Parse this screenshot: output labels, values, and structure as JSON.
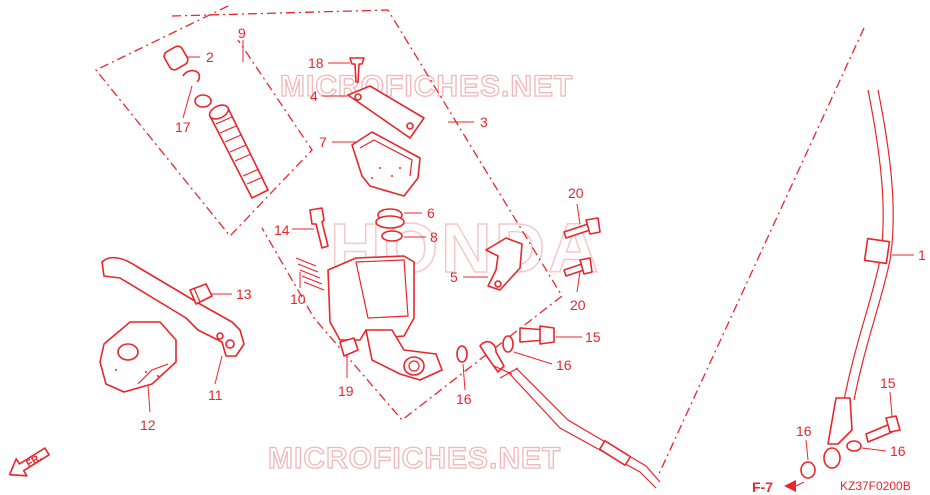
{
  "colors": {
    "line": "#e8262c",
    "watermark": "#f2b7b9",
    "background": "#ffffff"
  },
  "watermarks": {
    "top": "MICROFICHES.NET",
    "bottom": "MICROFICHES.NET",
    "center": "HONDA"
  },
  "callouts": {
    "p1": "1",
    "p2": "2",
    "p3": "3",
    "p4": "4",
    "p5": "5",
    "p6": "6",
    "p7": "7",
    "p8": "8",
    "p9": "9",
    "p10": "10",
    "p11": "11",
    "p12": "12",
    "p13": "13",
    "p14": "14",
    "p15a": "15",
    "p15b": "15",
    "p16a": "16",
    "p16b": "16",
    "p16c": "16",
    "p16d": "16",
    "p17": "17",
    "p18": "18",
    "p19": "19",
    "p20a": "20",
    "p20b": "20"
  },
  "direction_label": "FR.",
  "reference": "F-7",
  "diagram_code": "KZ37F0200B"
}
